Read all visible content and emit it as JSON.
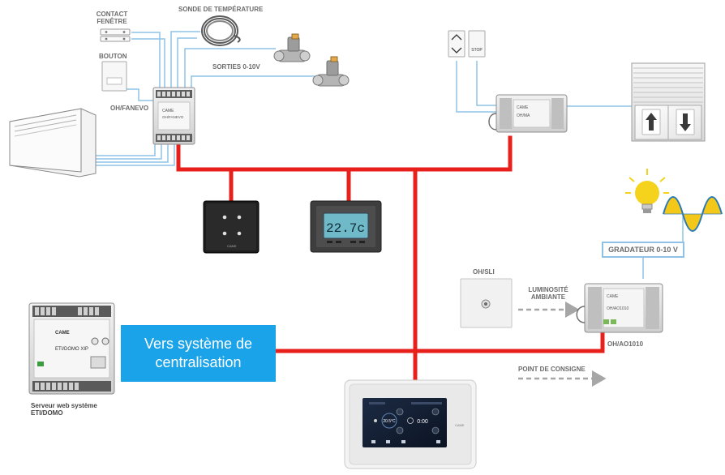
{
  "labels": {
    "contact_fenetre": "CONTACT\nFENÊTRE",
    "sonde": "SONDE DE TEMPÉRATURE",
    "bouton": "BOUTON",
    "sorties": "SORTIES 0-10V",
    "oh_fanevo": "OH/FANEVO",
    "oh_sli": "OH/SLI",
    "luminosite": "LUMINOSITÉ\nAMBIANTE",
    "gradateur": "GRADATEUR 0-10 V",
    "oh_ao1010": "OH/AO1010",
    "point_consigne": "POINT DE CONSIGNE",
    "serveur": "Serveur web système\nETI/DOMO",
    "vers_systeme": "Vers système de\ncentralisation"
  },
  "device_text": {
    "fanevo_brand": "CAME",
    "fanevo_model": "OH/FANEVO",
    "shutter_brand": "CAME",
    "shutter_model": "OH/MA",
    "ao_brand": "CAME",
    "ao_model": "OH/AO1010",
    "eti_brand": "CAME",
    "eti_model": "ETI/DOMO XIP",
    "keypad_brand": "CAME",
    "thermostat_reading": "22.7c",
    "touch_brand": "CAME",
    "touch_temp": "20.5°C",
    "touch_time": "0:00",
    "stop_label": "STOP"
  },
  "colors": {
    "bus": "#e8201c",
    "wire": "#8dc4e6",
    "arrow_gray": "#a6a6a6",
    "bluebox": "#1aa3e8",
    "bulb": "#f5d31c",
    "wave_yellow": "#f2c200",
    "wave_blue": "#2a7ab8"
  }
}
